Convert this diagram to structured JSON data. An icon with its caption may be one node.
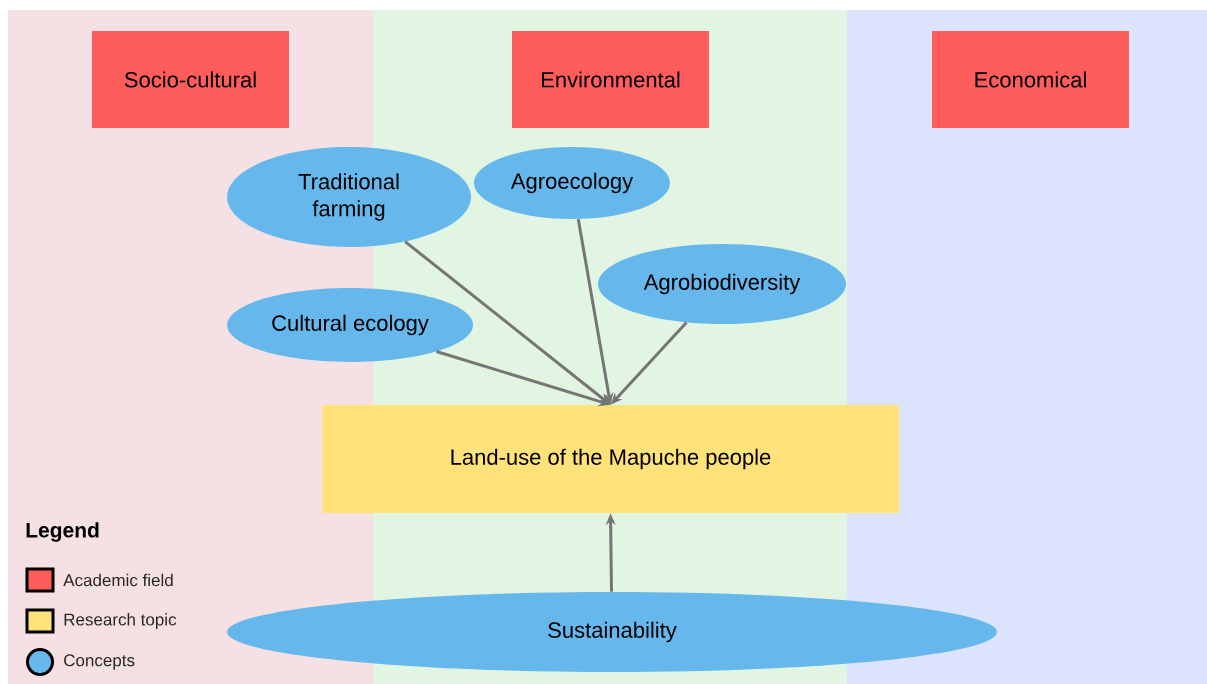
{
  "diagram": {
    "nodes": [
      {
        "text": [
          "Socio-cultural"
        ]
      },
      {
        "text": [
          "Environmental"
        ]
      },
      {
        "text": [
          "Economical"
        ]
      },
      {
        "text": [
          "Traditional farming"
        ]
      },
      {
        "text": [
          "Agroecology"
        ]
      },
      {
        "text": [
          "Agrobiodiversity"
        ]
      },
      {
        "text": [
          "Cultural ecology"
        ]
      },
      {
        "text": [
          "Land-use of the Mapuche people"
        ]
      },
      {
        "text": [
          "Sustainability"
        ]
      }
    ],
    "edges": [
      {
        "from": 3,
        "to": 7,
        "arrow": "to"
      },
      {
        "from": 4,
        "to": 7,
        "arrow": "to"
      },
      {
        "from": 5,
        "to": 7,
        "arrow": "to"
      },
      {
        "from": 6,
        "to": 7,
        "arrow": "to"
      },
      {
        "from": 8,
        "to": 7,
        "arrow": "to"
      }
    ],
    "labels": [
      "Legend"
    ],
    "legend": [
      {
        "text": "Academic field",
        "color": "#ff5c5c"
      },
      {
        "text": "Research topic",
        "color": "#ffe27a"
      },
      {
        "text": "Concepts",
        "color": "#66b8ec"
      }
    ]
  }
}
